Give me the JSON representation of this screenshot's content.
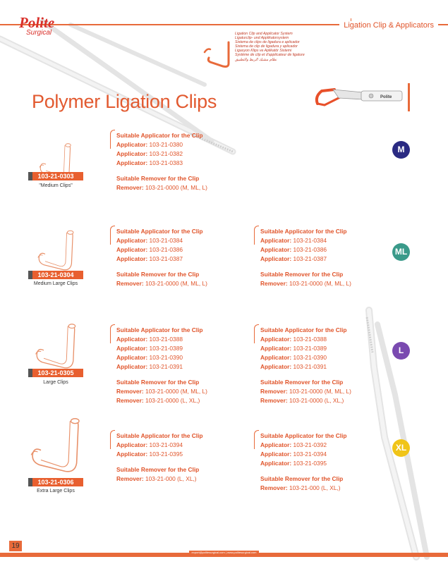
{
  "header": {
    "brand": "Polite",
    "brand_sub": "Surgical",
    "section_title": "Ligation Clip & Applicators",
    "multilingual": [
      "Ligation Clip and Applicator System",
      "Ligaturclip- und Applikatorsystem",
      "Sistema de clips de ligadura e aplicador",
      "Sistema de clip de ligadura y aplicador",
      "Ligasyon Klips ve Aplikatör Sistemi",
      "Système de clip et d'applicateur de ligature",
      "نظام مشبك الربط والتطبيق"
    ]
  },
  "page_title": "Polymer Ligation Clips",
  "products": [
    {
      "code": "103-21-0303",
      "caption": "\"Medium Clips\"",
      "size": "M",
      "size_color": "#2a2a82",
      "blocks": [
        {
          "applicator_heading": "Suitable Applicator for the Clip",
          "applicators": [
            "103-21-0380",
            "103-21-0382",
            "103-21-0383"
          ],
          "remover_heading": "Suitable Remover for the Clip",
          "removers": [
            "103-21-0000 (M, ML, L)"
          ]
        }
      ]
    },
    {
      "code": "103-21-0304",
      "caption": "Medium Large Clips",
      "size": "ML",
      "size_color": "#3a9a8a",
      "blocks": [
        {
          "applicator_heading": "Suitable Applicator for the Clip",
          "applicators": [
            "103-21-0384",
            "103-21-0386",
            "103-21-0387"
          ],
          "remover_heading": "Suitable Remover for the Clip",
          "removers": [
            "103-21-0000 (M, ML, L)"
          ]
        },
        {
          "applicator_heading": "Suitable Applicator for the Clip",
          "applicators": [
            "103-21-0384",
            "103-21-0386",
            "103-21-0387"
          ],
          "remover_heading": "Suitable Remover for the Clip",
          "removers": [
            "103-21-0000 (M, ML, L)"
          ]
        }
      ]
    },
    {
      "code": "103-21-0305",
      "caption": "Large Clips",
      "size": "L",
      "size_color": "#7a4ab0",
      "blocks": [
        {
          "applicator_heading": "Suitable Applicator for the Clip",
          "applicators": [
            "103-21-0388",
            "103-21-0389",
            "103-21-0390",
            "103-21-0391"
          ],
          "remover_heading": "Suitable Remover for the Clip",
          "removers": [
            "103-21-0000 (M, ML, L)",
            "103-21-0000 (L, XL,)"
          ]
        },
        {
          "applicator_heading": "Suitable Applicator for the Clip",
          "applicators": [
            "103-21-0388",
            "103-21-0389",
            "103-21-0390",
            "103-21-0391"
          ],
          "remover_heading": "Suitable Remover for the Clip",
          "removers": [
            "103-21-0000 (M, ML, L)",
            "103-21-0000 (L, XL,)"
          ]
        }
      ]
    },
    {
      "code": "103-21-0306",
      "caption": "Extra Large Clips",
      "size": "XL",
      "size_color": "#f0c418",
      "blocks": [
        {
          "applicator_heading": "Suitable Applicator for the Clip",
          "applicators": [
            "103-21-0394",
            "103-21-0395"
          ],
          "remover_heading": "Suitable Remover for the Clip",
          "removers": [
            "103-21-000 (L, XL,)"
          ]
        },
        {
          "applicator_heading": "Suitable Applicator for the Clip",
          "applicators": [
            "103-21-0392",
            "103-21-0394",
            "103-21-0395"
          ],
          "remover_heading": "Suitable Remover for the Clip",
          "removers": [
            "103-21-000 (L, XL,)"
          ]
        }
      ]
    }
  ],
  "labels": {
    "applicator": "Applicator:",
    "remover": "Remover:"
  },
  "page_number": "19",
  "footer": "export@politesurgical.com  |  www.politesurgical.com"
}
